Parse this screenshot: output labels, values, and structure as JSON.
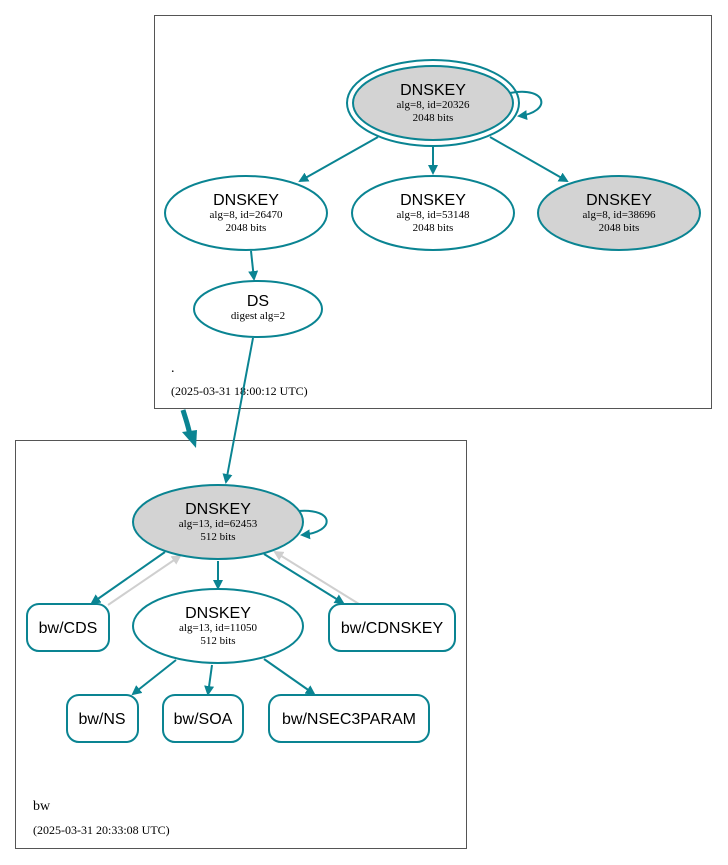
{
  "colors": {
    "edge": "#0a8492",
    "edge_light": "#cfcfcf",
    "fill_sep": "#d3d3d3",
    "border": "#555555"
  },
  "zones": {
    "root": {
      "name": ".",
      "date": "(2025-03-31 18:00:12 UTC)"
    },
    "bw": {
      "name": "bw",
      "date": "(2025-03-31 20:33:08 UTC)"
    }
  },
  "nodes": {
    "root_ksk": {
      "title": "DNSKEY",
      "line1": "alg=8, id=20326",
      "line2": "2048 bits"
    },
    "root_zsk1": {
      "title": "DNSKEY",
      "line1": "alg=8, id=26470",
      "line2": "2048 bits"
    },
    "root_zsk2": {
      "title": "DNSKEY",
      "line1": "alg=8, id=53148",
      "line2": "2048 bits"
    },
    "root_zsk3": {
      "title": "DNSKEY",
      "line1": "alg=8, id=38696",
      "line2": "2048 bits"
    },
    "root_ds": {
      "title": "DS",
      "line1": "digest alg=2"
    },
    "bw_ksk": {
      "title": "DNSKEY",
      "line1": "alg=13, id=62453",
      "line2": "512 bits"
    },
    "bw_zsk": {
      "title": "DNSKEY",
      "line1": "alg=13, id=11050",
      "line2": "512 bits"
    },
    "bw_cds": {
      "label": "bw/CDS"
    },
    "bw_cdnskey": {
      "label": "bw/CDNSKEY"
    },
    "bw_ns": {
      "label": "bw/NS"
    },
    "bw_soa": {
      "label": "bw/SOA"
    },
    "bw_nsec3param": {
      "label": "bw/NSEC3PARAM"
    }
  }
}
